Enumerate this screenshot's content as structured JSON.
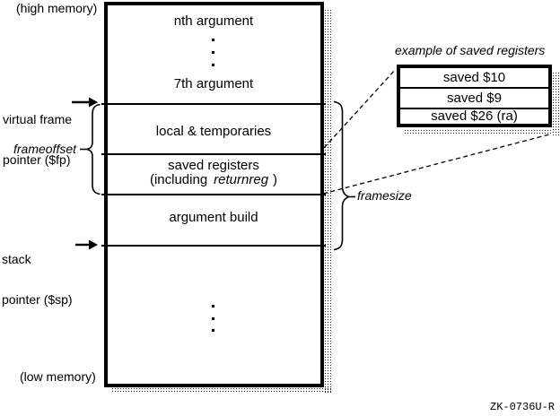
{
  "labels": {
    "high_memory": "(high memory)",
    "low_memory": "(low memory)",
    "virtual_frame_pointer_line1": "virtual frame",
    "virtual_frame_pointer_line2": "pointer ($fp)",
    "stack_pointer_line1": "stack",
    "stack_pointer_line2": "pointer ($sp)",
    "frameoffset": "frameoffset",
    "framesize": "framesize",
    "doc_code": "ZK-0736U-R"
  },
  "stack": {
    "nth_argument": "nth argument",
    "seventh_argument": "7th argument",
    "local_temporaries": "local & temporaries",
    "saved_registers": "saved registers",
    "including_open": "(including",
    "including_italic": "returnreg",
    "including_close": ")",
    "argument_build": "argument build"
  },
  "example": {
    "title": "example of saved registers",
    "rows": [
      "saved $10",
      "saved $9",
      "saved $26 (ra)"
    ]
  },
  "colors": {
    "ink": "#000000",
    "paper": "#ffffff"
  }
}
